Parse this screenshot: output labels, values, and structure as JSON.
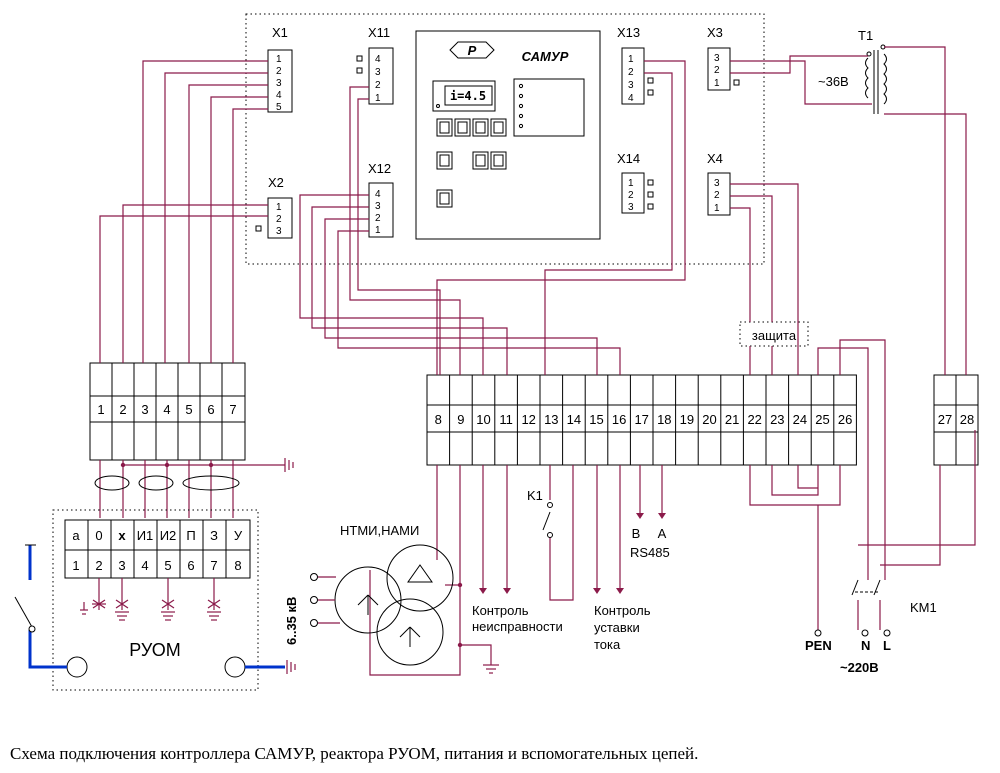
{
  "caption": "Схема подключения контроллера САМУР, реактора РУОМ, питания и вспомогательных цепей.",
  "connectors": {
    "x1": {
      "label": "X1",
      "pins": [
        "1",
        "2",
        "3",
        "4",
        "5"
      ]
    },
    "x2": {
      "label": "X2",
      "pins": [
        "1",
        "2",
        "3"
      ]
    },
    "x11": {
      "label": "X11",
      "pins": [
        "4",
        "3",
        "2",
        "1"
      ]
    },
    "x12": {
      "label": "X12",
      "pins": [
        "4",
        "3",
        "2",
        "1"
      ]
    },
    "x13": {
      "label": "X13",
      "pins": [
        "1",
        "2",
        "3",
        "4"
      ]
    },
    "x14": {
      "label": "X14",
      "pins": [
        "1",
        "2",
        "3"
      ]
    },
    "x3": {
      "label": "X3",
      "pins": [
        "3",
        "2",
        "1"
      ]
    },
    "x4": {
      "label": "X4",
      "pins": [
        "3",
        "2",
        "1"
      ]
    }
  },
  "controller": {
    "logo": "P",
    "name": "САМУР",
    "display": "i=4.5"
  },
  "transformer": {
    "label": "T1",
    "voltage": "~36В"
  },
  "terminal_left": [
    "1",
    "2",
    "3",
    "4",
    "5",
    "6",
    "7"
  ],
  "terminal_main": [
    "8",
    "9",
    "10",
    "11",
    "12",
    "13",
    "14",
    "15",
    "16",
    "17",
    "18",
    "19",
    "20",
    "21",
    "22",
    "23",
    "24",
    "25",
    "26"
  ],
  "terminal_right": [
    "27",
    "28"
  ],
  "protection_label": "защита",
  "ruom": {
    "name": "РУОМ",
    "top_labels": [
      "а",
      "0",
      "x",
      "И1",
      "И2",
      "П",
      "З",
      "У"
    ],
    "bottom_labels": [
      "1",
      "2",
      "3",
      "4",
      "5",
      "6",
      "7",
      "8"
    ]
  },
  "voltage_transformer": {
    "label": "НТМИ,НАМИ",
    "voltage": "6..35 кВ"
  },
  "k1_label": "K1",
  "rs485": {
    "b": "B",
    "a": "A",
    "label": "RS485"
  },
  "fault_label": [
    "Контроль",
    "неисправности"
  ],
  "current_label": [
    "Контроль",
    "уставки",
    "тока"
  ],
  "mains": {
    "pen": "PEN",
    "n": "N",
    "l": "L",
    "voltage": "~220В",
    "contactor": "KM1"
  }
}
